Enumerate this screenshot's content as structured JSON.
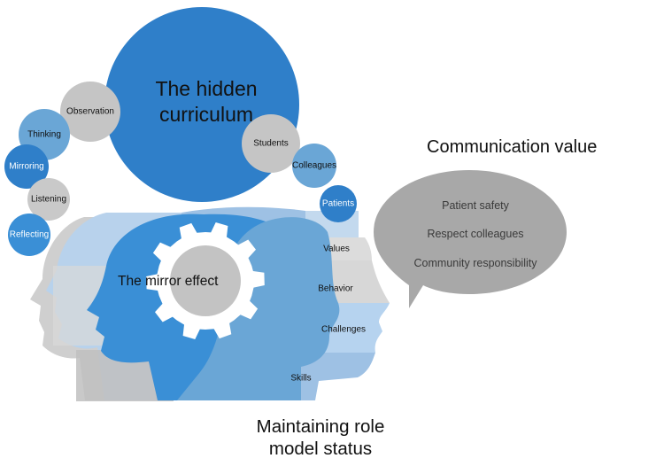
{
  "title": "The hidden curriculum",
  "center_label": "The mirror effect",
  "bubble_title": "Communication value",
  "bottom_label_line1": "Maintaining role",
  "bottom_label_line2": "model status",
  "left_circles": [
    "Observation",
    "Thinking",
    "Mirroring",
    "Listening",
    "Reflecting"
  ],
  "right_circles": [
    "Students",
    "Colleagues",
    "Patients"
  ],
  "strips": [
    "Values",
    "Behavior",
    "Challenges",
    "Skills"
  ],
  "bubble_items": [
    "Patient safety",
    "Respect colleagues",
    "Community responsibility"
  ],
  "colors": {
    "dark_blue": "#2f7fc9",
    "mid_blue": "#3a8fd6",
    "light_blue": "#6aa6d6",
    "pale_blue": "#a9c9e6",
    "grey": "#c9c9c9",
    "speech_grey": "#a8a8a8"
  }
}
